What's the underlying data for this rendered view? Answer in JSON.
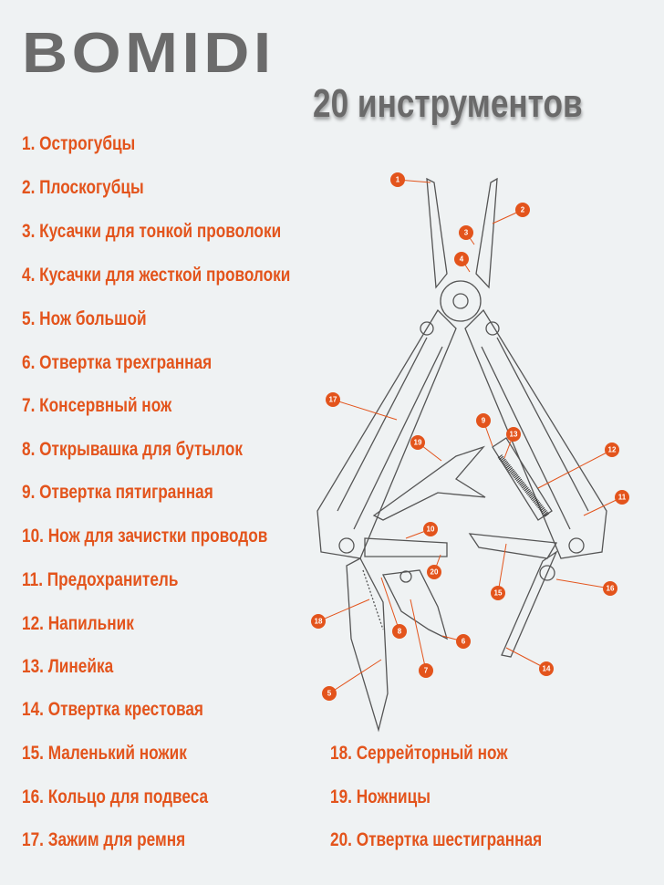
{
  "brand": {
    "logo": "BOMIDI"
  },
  "title": "20 инструментов",
  "accent_color": "#e3541c",
  "items": [
    "1. Острогубцы",
    "2. Плоскогубцы",
    "3. Кусачки для тонкой проволоки",
    "4. Кусачки для жесткой проволоки",
    "5. Нож большой",
    "6. Отвертка трехгранная",
    "7. Консервный нож",
    "8. Открывашка для бутылок",
    "9. Отвертка пятигранная",
    "10. Нож для зачистки проводов",
    "11. Предохранитель",
    "12. Напильник",
    "13. Линейка",
    "14. Отвертка крестовая",
    "15. Маленький ножик",
    "16. Кольцо для подвеса",
    "17. Зажим для ремня",
    "18. Серрейторный нож",
    "19. Ножницы",
    "20. Отвертка шестигранная"
  ],
  "callouts": [
    "1",
    "2",
    "3",
    "4",
    "5",
    "6",
    "7",
    "8",
    "9",
    "10",
    "11",
    "12",
    "13",
    "14",
    "15",
    "16",
    "17",
    "18",
    "19",
    "20"
  ]
}
